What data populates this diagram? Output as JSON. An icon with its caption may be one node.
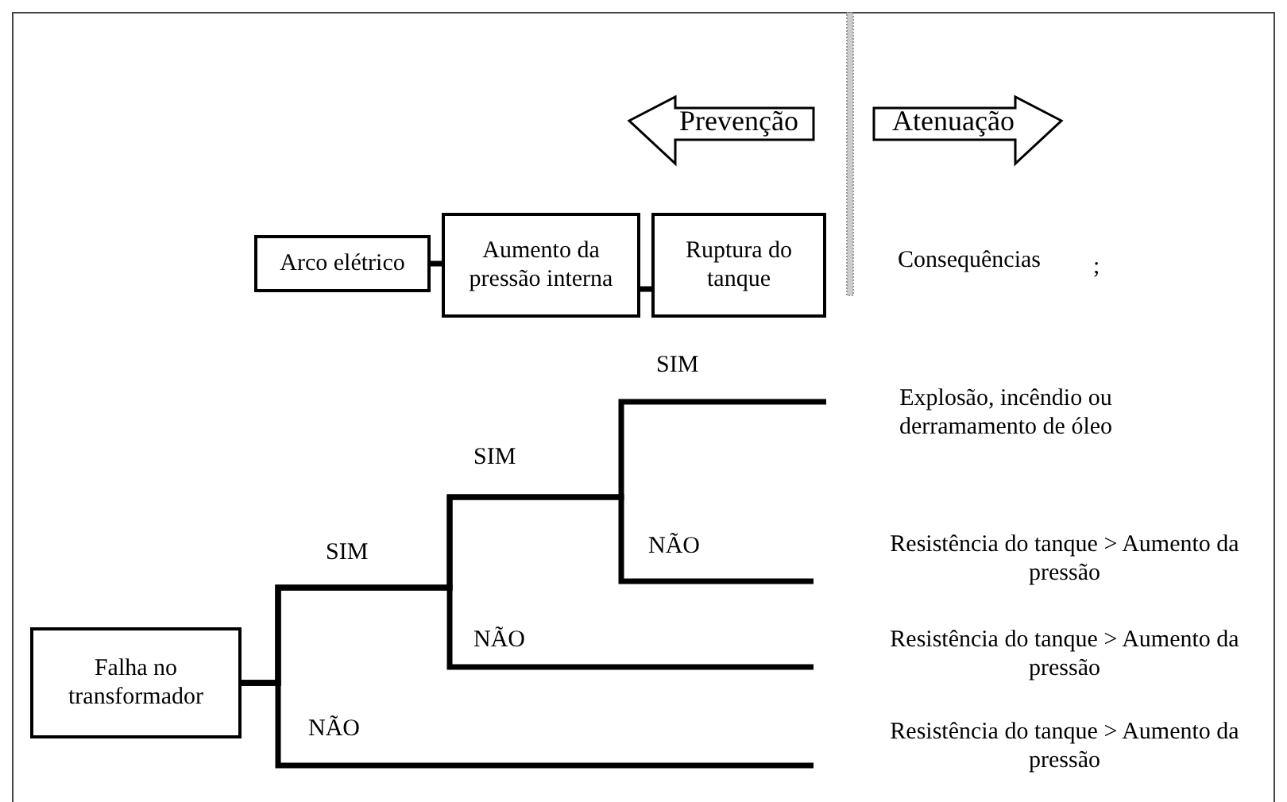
{
  "diagram": {
    "nodes": [
      {
        "text": [
          "Prevenção"
        ]
      },
      {
        "text": [
          "Atenuação"
        ]
      },
      {
        "text": [
          "Arco elétrico"
        ]
      },
      {
        "text": [
          "Aumento da pressão interna"
        ]
      },
      {
        "text": [
          "Ruptura do tanque"
        ]
      },
      {
        "text": [
          "Falha no transformador"
        ]
      },
      {
        "text": [
          "Explosão, incêndio ou derramamento de óleo"
        ]
      },
      {
        "text": [
          "Resistência do tanque > Aumento da pressão"
        ]
      },
      {
        "text": [
          "Resistência do tanque > Aumento da pressão"
        ]
      },
      {
        "text": [
          "Resistência do tanque > Aumento da pressão"
        ]
      }
    ],
    "edges": [
      {
        "from": 2,
        "to": 3,
        "arrow": "none"
      },
      {
        "from": 3,
        "to": 4,
        "arrow": "none"
      },
      {
        "from": 5,
        "to": 6,
        "arrow": "none"
      },
      {
        "from": 5,
        "to": 7,
        "arrow": "none"
      },
      {
        "from": 5,
        "to": 8,
        "arrow": "none"
      },
      {
        "from": 5,
        "to": 9,
        "arrow": "none"
      }
    ],
    "labels": [
      "Consequências",
      ";",
      "SIM",
      "SIM",
      "NÃO",
      "SIM",
      "NÃO",
      "NÃO"
    ]
  }
}
